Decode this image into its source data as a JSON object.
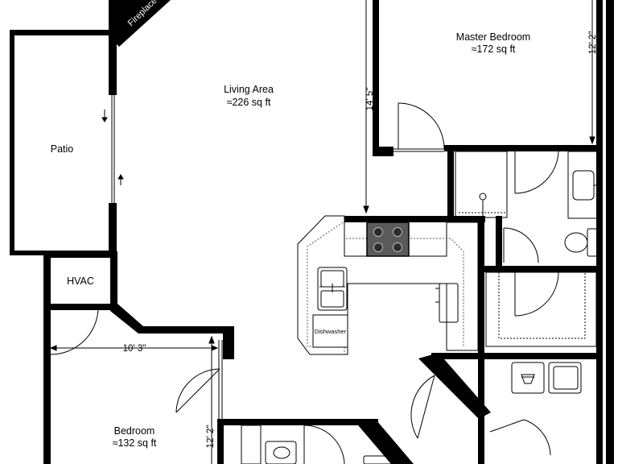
{
  "colors": {
    "wall": "#000000",
    "fixture": "#000000",
    "door_swing": "#000000",
    "counter_edge": "#555555",
    "cooktop": "#5a5a5a",
    "burner": "#2b2b2b",
    "background": "#ffffff"
  },
  "rooms": {
    "master_bedroom": {
      "name": "Master Bedroom",
      "area": "≈172 sq ft"
    },
    "living_area": {
      "name": "Living Area",
      "area": "≈226 sq ft"
    },
    "patio": {
      "name": "Patio"
    },
    "hvac": {
      "name": "HVAC"
    },
    "bedroom": {
      "name": "Bedroom",
      "area": "≈132 sq ft"
    },
    "fireplace": {
      "name": "Fireplace"
    }
  },
  "dimensions": {
    "master_height": "12' 2\"",
    "living_height": "14' 5\"",
    "bedroom_width": "10' 3\"",
    "bedroom_height": "12' 2\""
  },
  "appliances": {
    "dishwasher": "Dishwasher"
  },
  "icons": {
    "patio_door_arrow_down": "arrow-down-icon",
    "patio_door_arrow_up": "arrow-up-icon",
    "cooktop": "cooktop-icon",
    "kitchen_sink": "sink-icon",
    "toilet": "toilet-icon",
    "washer": "washer-icon",
    "dryer": "dryer-icon"
  }
}
